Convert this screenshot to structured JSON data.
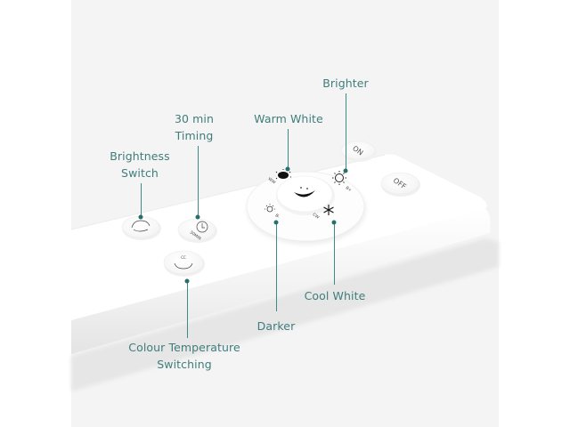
{
  "product": "Remote control",
  "accent_color": "#3f7d7b",
  "buttons": {
    "on": {
      "label": "ON"
    },
    "off": {
      "label": "OFF"
    },
    "brightness_switch": {
      "icon": "cycle-arrows-icon"
    },
    "timing": {
      "label": "30MIN",
      "icon": "clock-icon"
    },
    "colour_temperature": {
      "label": "CC",
      "icon": "cycle-arrows-icon"
    },
    "center": {
      "icon": "moon-icon"
    },
    "warm_white": {
      "label": "WW",
      "icon": "sun-filled-icon"
    },
    "brighter": {
      "label": "B+",
      "icon": "sun-icon"
    },
    "darker": {
      "label": "B-",
      "icon": "sun-small-icon"
    },
    "cool_white": {
      "label": "CW",
      "icon": "snowflake-icon"
    }
  },
  "callouts": {
    "brighter": {
      "line1": "Brighter"
    },
    "warm_white": {
      "line1": "Warm White"
    },
    "timing": {
      "line1": "30 min",
      "line2": "Timing"
    },
    "brightness_switch": {
      "line1": "Brightness",
      "line2": "Switch"
    },
    "cool_white": {
      "line1": "Cool White"
    },
    "darker": {
      "line1": "Darker"
    },
    "colour_temperature": {
      "line1": "Colour Temperature",
      "line2": "Switching"
    }
  }
}
